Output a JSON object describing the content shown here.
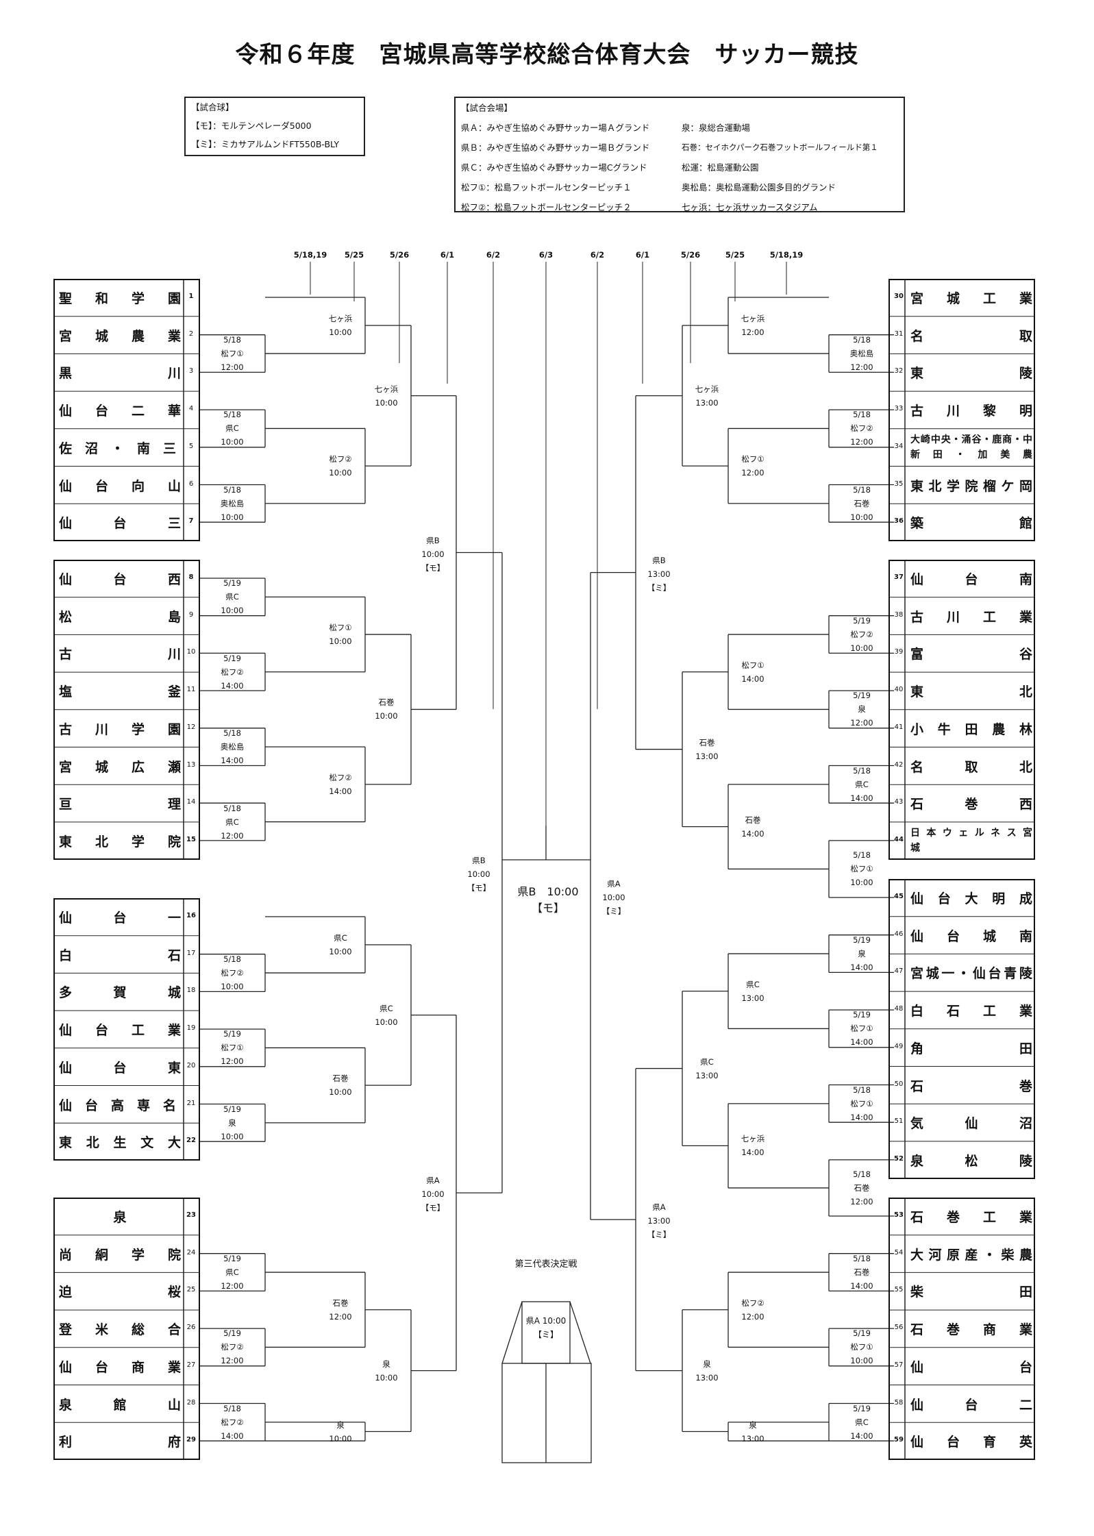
{
  "title": "令和６年度　宮城県高等学校総合体育大会　サッカー競技",
  "balls": {
    "header": "【試合球】",
    "items": [
      "【モ】：モルテンペレーダ5000",
      "【ミ】：ミカサアルムンドFT550B-BLY"
    ]
  },
  "venues": {
    "header": "【試合会場】",
    "col1": [
      "県Ａ：みやぎ生協めぐみ野サッカー場Ａグランド",
      "県Ｂ：みやぎ生協めぐみ野サッカー場Ｂグランド",
      "県Ｃ：みやぎ生協めぐみ野サッカー場Cグランド",
      "松フ①：松島フットボールセンターピッチ１",
      "松フ②：松島フットボールセンターピッチ２"
    ],
    "col2": [
      "泉：泉総合運動場",
      "石巻：セイホクパーク石巻フットボールフィールド第１",
      "松運：松島運動公園",
      "奥松島：奥松島運動公園多目的グランド",
      "七ヶ浜：七ヶ浜サッカースタジアム"
    ]
  },
  "dates": [
    "5/18,19",
    "5/25",
    "5/26",
    "6/1",
    "6/2",
    "6/3",
    "6/2",
    "6/1",
    "5/26",
    "5/25",
    "5/18,19"
  ],
  "left_teams": [
    {
      "no": "1",
      "name": "聖　和　学　園",
      "seed": true
    },
    {
      "no": "2",
      "name": "宮　城　農　業"
    },
    {
      "no": "3",
      "name": "黒　　　　　川"
    },
    {
      "no": "4",
      "name": "仙　台　二　華"
    },
    {
      "no": "5",
      "name": "佐　沼　・　南　三　陸"
    },
    {
      "no": "6",
      "name": "仙　台　向　山"
    },
    {
      "no": "7",
      "name": "仙　　台　　三",
      "seed": true
    },
    {
      "no": "8",
      "name": "仙　　台　　西",
      "seed": true
    },
    {
      "no": "9",
      "name": "松　　　　　島"
    },
    {
      "no": "10",
      "name": "古　　　　　川"
    },
    {
      "no": "11",
      "name": "塩　　　　　釜"
    },
    {
      "no": "12",
      "name": "古　川　学　園"
    },
    {
      "no": "13",
      "name": "宮　城　広　瀬"
    },
    {
      "no": "14",
      "name": "亘　　　　　理"
    },
    {
      "no": "15",
      "name": "東　北　学　院",
      "seed": true
    },
    {
      "no": "16",
      "name": "仙　　台　　一",
      "seed": true
    },
    {
      "no": "17",
      "name": "白　　　　　石"
    },
    {
      "no": "18",
      "name": "多　賀　城"
    },
    {
      "no": "19",
      "name": "仙　台　工　業"
    },
    {
      "no": "20",
      "name": "仙　　台　　東"
    },
    {
      "no": "21",
      "name": "仙　台　高　専　名　取"
    },
    {
      "no": "22",
      "name": "東　北　生　文　大",
      "seed": true
    },
    {
      "no": "23",
      "name": "泉",
      "seed": true,
      "center": true
    },
    {
      "no": "24",
      "name": "尚　絅　学　院"
    },
    {
      "no": "25",
      "name": "迫　　　　　桜"
    },
    {
      "no": "26",
      "name": "登　米　総　合"
    },
    {
      "no": "27",
      "name": "仙　台　商　業"
    },
    {
      "no": "28",
      "name": "泉　館　山"
    },
    {
      "no": "29",
      "name": "利　　　　　府",
      "seed": true
    }
  ],
  "right_teams": [
    {
      "no": "30",
      "name": "宮　城　工　業",
      "seed": true
    },
    {
      "no": "31",
      "name": "名　　　　　取"
    },
    {
      "no": "32",
      "name": "東　　　　　陵"
    },
    {
      "no": "33",
      "name": "古　川　黎　明"
    },
    {
      "no": "34",
      "name": "大崎中央・涌谷・鹿商・中新　田　・　加　美　農",
      "two": true
    },
    {
      "no": "35",
      "name": "東北学院榴ケ岡"
    },
    {
      "no": "36",
      "name": "築　　　　　館",
      "seed": true
    },
    {
      "no": "37",
      "name": "仙　　台　　南",
      "seed": true
    },
    {
      "no": "38",
      "name": "古　川　工　業"
    },
    {
      "no": "39",
      "name": "富　　　　　谷"
    },
    {
      "no": "40",
      "name": "東　　　　　北"
    },
    {
      "no": "41",
      "name": "小　牛　田　農　林"
    },
    {
      "no": "42",
      "name": "名　　取　　北"
    },
    {
      "no": "43",
      "name": "石　　巻　　西"
    },
    {
      "no": "44",
      "name": "日本ウェルネス宮　　　　　城",
      "two": true,
      "seed": true
    },
    {
      "no": "45",
      "name": "仙　台　大　明　成",
      "seed": true
    },
    {
      "no": "46",
      "name": "仙　台　城　南"
    },
    {
      "no": "47",
      "name": "宮城一・仙台青陵"
    },
    {
      "no": "48",
      "name": "白　石　工　業"
    },
    {
      "no": "49",
      "name": "角　　　　　田"
    },
    {
      "no": "50",
      "name": "石　　　　　巻"
    },
    {
      "no": "51",
      "name": "気　　仙　　沼"
    },
    {
      "no": "52",
      "name": "泉　　松　　陵",
      "seed": true
    },
    {
      "no": "53",
      "name": "石　巻　工　業",
      "seed": true
    },
    {
      "no": "54",
      "name": "大河原産・柴農"
    },
    {
      "no": "55",
      "name": "柴　　　　　田"
    },
    {
      "no": "56",
      "name": "石　巻　商　業"
    },
    {
      "no": "57",
      "name": "仙　　　　　台"
    },
    {
      "no": "58",
      "name": "仙　　台　　二"
    },
    {
      "no": "59",
      "name": "仙　台　育　英",
      "seed": true
    }
  ],
  "left_r1": [
    "5/18\n松フ①\n12:00",
    "5/18\n県C\n10:00",
    "5/18\n奥松島\n10:00",
    "5/19\n県C\n10:00",
    "5/19\n松フ②\n14:00",
    "5/18\n奥松島\n14:00",
    "5/18\n県C\n12:00",
    "5/18\n松フ②\n10:00",
    "5/19\n松フ①\n12:00",
    "5/19\n泉\n10:00",
    "5/19\n県C\n12:00",
    "5/19\n松フ②\n12:00",
    "5/18\n松フ②\n14:00"
  ],
  "left_r2": [
    "七ヶ浜\n10:00",
    "松フ②\n10:00",
    "松フ①\n10:00",
    "松フ②\n14:00",
    "県C\n10:00",
    "石巻\n10:00",
    "石巻\n12:00",
    "泉\n10:00"
  ],
  "left_r3": [
    "七ヶ浜\n10:00",
    "石巻\n10:00",
    "県C\n10:00",
    "泉\n10:00"
  ],
  "left_r4": [
    "県B\n10:00\n【モ】",
    "県A\n10:00\n【モ】"
  ],
  "left_semi": "県B\n10:00\n【モ】",
  "right_r1": [
    "5/18\n奥松島\n12:00",
    "5/18\n松フ②\n12:00",
    "5/18\n石巻\n10:00",
    "5/19\n松フ②\n10:00",
    "5/19\n泉\n12:00",
    "5/18\n県C\n14:00",
    "5/18\n松フ①\n10:00",
    "5/19\n泉\n14:00",
    "5/19\n松フ①\n14:00",
    "5/18\n松フ①\n14:00",
    "5/18\n石巻\n12:00",
    "5/18\n石巻\n14:00",
    "5/19\n松フ①\n10:00",
    "5/19\n県C\n14:00"
  ],
  "right_r2": [
    "七ヶ浜\n12:00",
    "松フ①\n12:00",
    "松フ①\n14:00",
    "石巻\n14:00",
    "県C\n13:00",
    "七ヶ浜\n14:00",
    "松フ②\n12:00",
    "泉\n13:00"
  ],
  "right_r3": [
    "七ヶ浜\n13:00",
    "石巻\n13:00",
    "県C\n13:00",
    "泉\n13:00"
  ],
  "right_r4": [
    "県B\n13:00\n【ミ】",
    "県A\n13:00\n【ミ】"
  ],
  "right_semi": "県A\n10:00\n【ミ】",
  "final": {
    "venue": "県B　10:00",
    "ball": "【モ】"
  },
  "third": {
    "label": "第三代表決定戦",
    "venue": "県A 10:00",
    "ball": "【ミ】"
  }
}
